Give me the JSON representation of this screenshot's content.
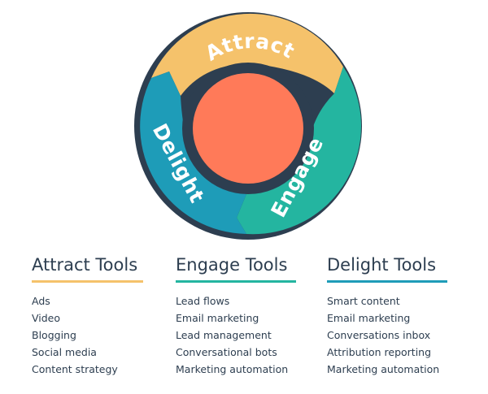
{
  "flywheel": {
    "stages": [
      {
        "label": "Attract",
        "color": "#f5c26b"
      },
      {
        "label": "Engage",
        "color": "#24b5a0"
      },
      {
        "label": "Delight",
        "color": "#1e9cb8"
      }
    ],
    "rim_color": "#2d3e50",
    "hub_color": "#ff7a59"
  },
  "tools": [
    {
      "title": "Attract Tools",
      "underline_color": "#f5c26b",
      "items": [
        "Ads",
        "Video",
        "Blogging",
        "Social media",
        "Content strategy"
      ]
    },
    {
      "title": "Engage Tools",
      "underline_color": "#24b5a0",
      "items": [
        "Lead flows",
        "Email marketing",
        "Lead management",
        "Conversational bots",
        "Marketing automation"
      ]
    },
    {
      "title": "Delight Tools",
      "underline_color": "#1e9cb8",
      "items": [
        "Smart content",
        "Email marketing",
        "Conversations inbox",
        "Attribution reporting",
        "Marketing automation"
      ]
    }
  ]
}
